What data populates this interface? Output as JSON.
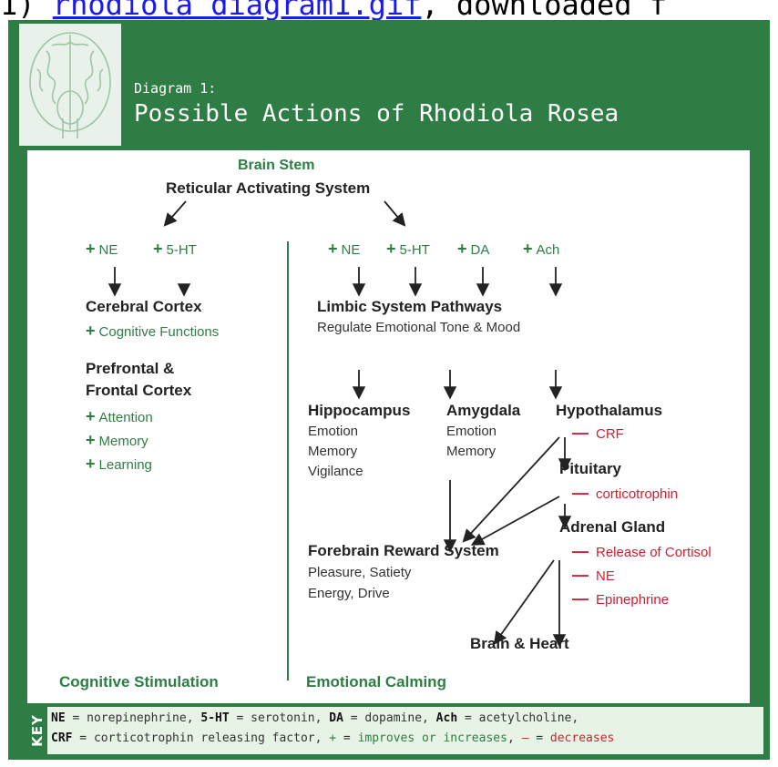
{
  "caption": {
    "prefix": "1)",
    "link": "rhodiola_diagram1.gif",
    "suffix": ", downloaded f"
  },
  "header": {
    "label": "Diagram 1:",
    "title": "Possible Actions of Rhodiola Rosea"
  },
  "diagram": {
    "brain_stem": "Brain Stem",
    "ras": "Reticular Activating System",
    "left_neuro": [
      "NE",
      "5-HT"
    ],
    "right_neuro": [
      "NE",
      "5-HT",
      "DA",
      "Ach"
    ],
    "cerebral_cortex": {
      "title": "Cerebral Cortex",
      "effect": "Cognitive Functions"
    },
    "prefrontal": {
      "title_line1": "Prefrontal &",
      "title_line2": "Frontal Cortex",
      "effects": [
        "Attention",
        "Memory",
        "Learning"
      ]
    },
    "limbic": {
      "title": "Limbic System Pathways",
      "subtitle": "Regulate Emotional Tone & Mood"
    },
    "hippocampus": {
      "title": "Hippocampus",
      "items": [
        "Emotion",
        "Memory",
        "Vigilance"
      ]
    },
    "amygdala": {
      "title": "Amygdala",
      "items": [
        "Emotion",
        "Memory"
      ]
    },
    "hypothalamus": {
      "title": "Hypothalamus",
      "effect": "CRF"
    },
    "pituitary": {
      "title": "Pituitary",
      "effect": "corticotrophin"
    },
    "adrenal": {
      "title": "Adrenal Gland",
      "effects": [
        "Release of Cortisol",
        "NE",
        "Epinephrine"
      ]
    },
    "forebrain": {
      "title": "Forebrain Reward System",
      "line1": "Pleasure, Satiety",
      "line2": "Energy, Drive"
    },
    "brain_heart": "Brain & Heart",
    "section_left": "Cognitive Stimulation",
    "section_right": "Emotional Calming",
    "plus_symbol": "+",
    "minus_symbol": "—"
  },
  "key": {
    "tag": "KEY",
    "line1": [
      {
        "t": "NE",
        "s": "b"
      },
      {
        "t": " = norepinephrine, ",
        "s": ""
      },
      {
        "t": "5-HT",
        "s": "b"
      },
      {
        "t": " = serotonin, ",
        "s": ""
      },
      {
        "t": "DA",
        "s": "b"
      },
      {
        "t": " = dopamine, ",
        "s": ""
      },
      {
        "t": "Ach",
        "s": "b"
      },
      {
        "t": " = acetylcholine,",
        "s": ""
      }
    ],
    "line2": [
      {
        "t": "CRF",
        "s": "b"
      },
      {
        "t": " = corticotrophin releasing factor, ",
        "s": ""
      },
      {
        "t": "+",
        "s": "g"
      },
      {
        "t": " = ",
        "s": ""
      },
      {
        "t": "improves or increases",
        "s": "g"
      },
      {
        "t": ", ",
        "s": ""
      },
      {
        "t": "—",
        "s": "r"
      },
      {
        "t": " = ",
        "s": ""
      },
      {
        "t": "decreases",
        "s": "r"
      }
    ]
  },
  "colors": {
    "frame_green": "#2e7d45",
    "decrease_red": "#cc2233",
    "key_bg": "#e6f3e5"
  },
  "icons": {
    "brain": "brain-top-view-icon"
  }
}
